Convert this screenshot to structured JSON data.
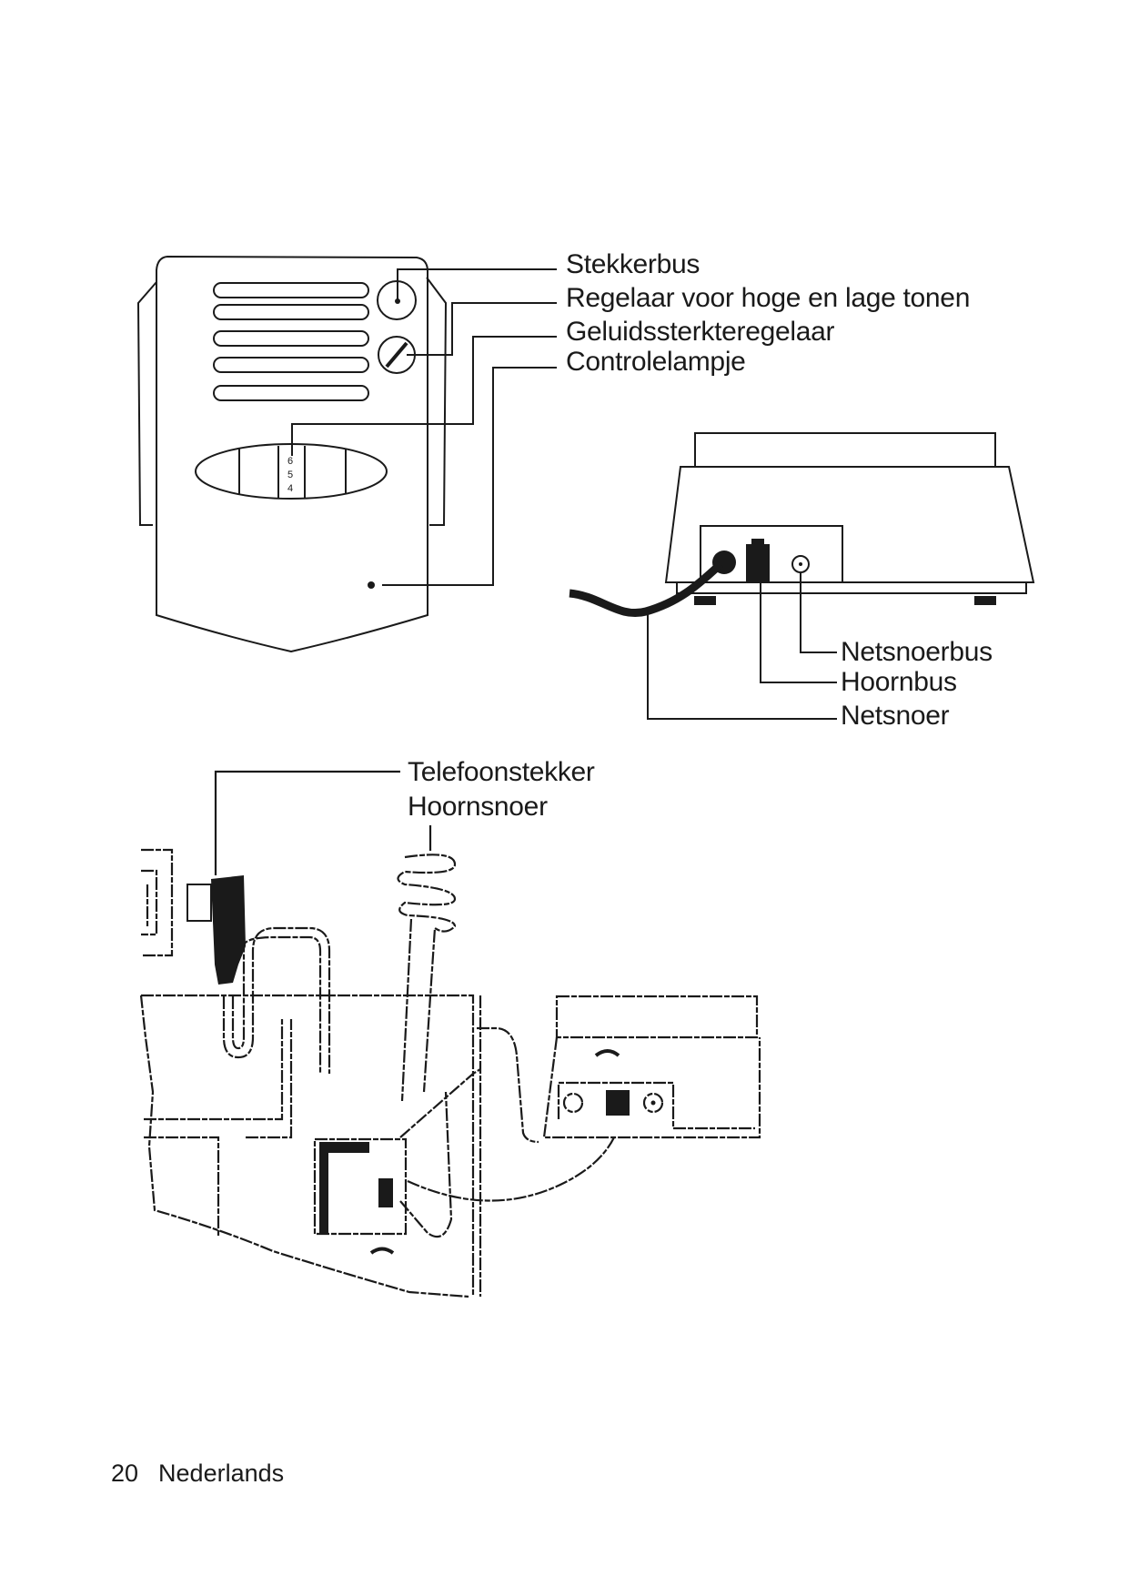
{
  "page": {
    "number": "20",
    "language": "Nederlands"
  },
  "figure_top_front": {
    "callouts": [
      {
        "label": "Stekkerbus"
      },
      {
        "label": "Regelaar voor hoge en lage tonen"
      },
      {
        "label": "Geluidssterkteregelaar"
      },
      {
        "label": "Controlelampje"
      }
    ],
    "volume_wheel_digits": [
      "6",
      "5",
      "4"
    ]
  },
  "figure_top_back": {
    "callouts": [
      {
        "label": "Netsnoerbus"
      },
      {
        "label": "Hoornbus"
      },
      {
        "label": "Netsnoer"
      }
    ]
  },
  "figure_bottom": {
    "callouts": [
      {
        "label": "Telefoonstekker"
      },
      {
        "label": "Hoornsnoer"
      }
    ]
  },
  "icons": {
    "handset": "handset-icon",
    "jack": "modular-jack-icon",
    "power_socket": "dc-socket-icon"
  },
  "colors": {
    "ink": "#1a1a1a",
    "paper": "#ffffff"
  }
}
